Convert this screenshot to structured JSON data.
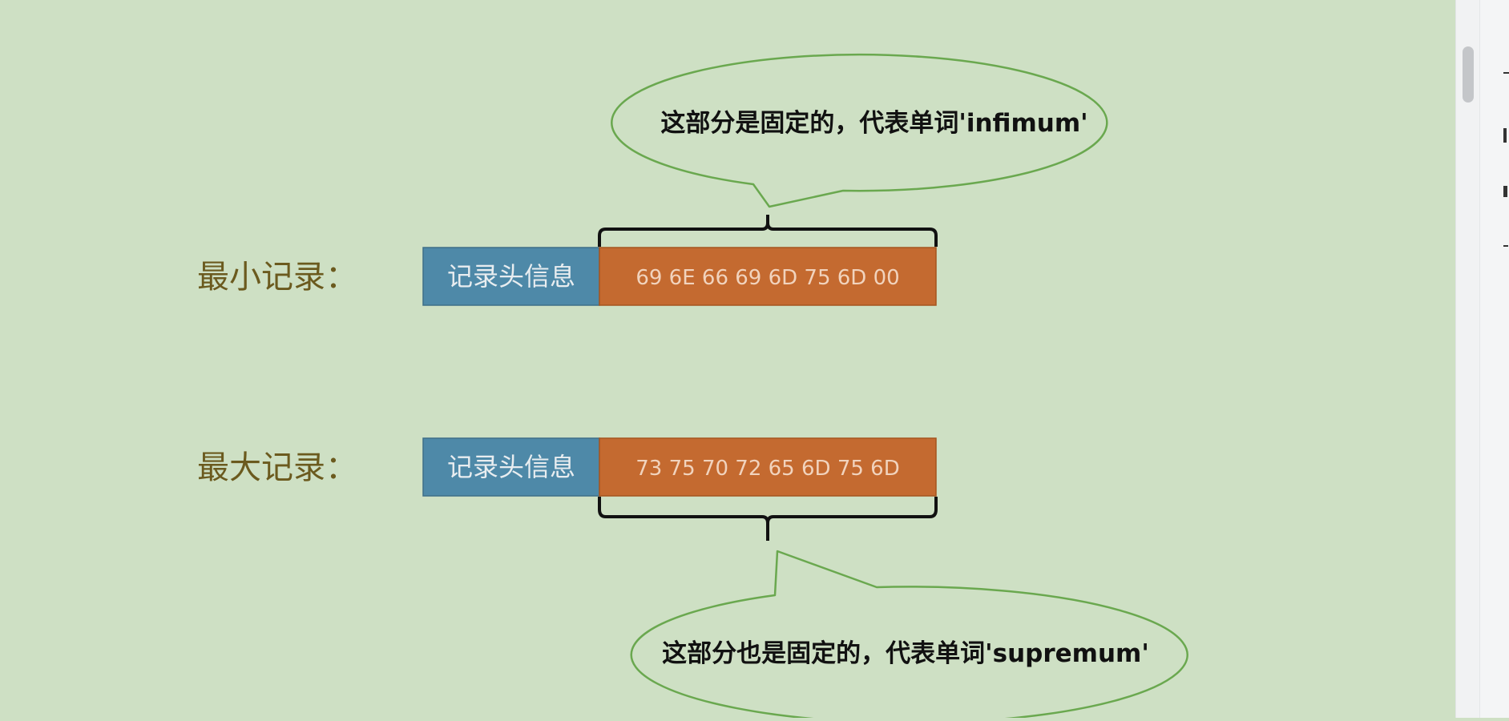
{
  "infimum_record": {
    "label": "最小记录：",
    "header_text": "记录头信息",
    "bytes_text": "69 6E 66 69 6D 75 6D 00",
    "callout": "这部分是固定的，代表单词'infimum'"
  },
  "supremum_record": {
    "label": "最大记录：",
    "header_text": "记录头信息",
    "bytes_text": "73 75 70 72 65 6D 75 6D",
    "callout": "这部分也是固定的，代表单词'supremum'"
  },
  "colors": {
    "background": "#cee0c4",
    "header_cell": "#4e89a8",
    "bytes_cell": "#c46a30",
    "label_text": "#6b5a1e",
    "callout_stroke": "#6aa84f"
  }
}
